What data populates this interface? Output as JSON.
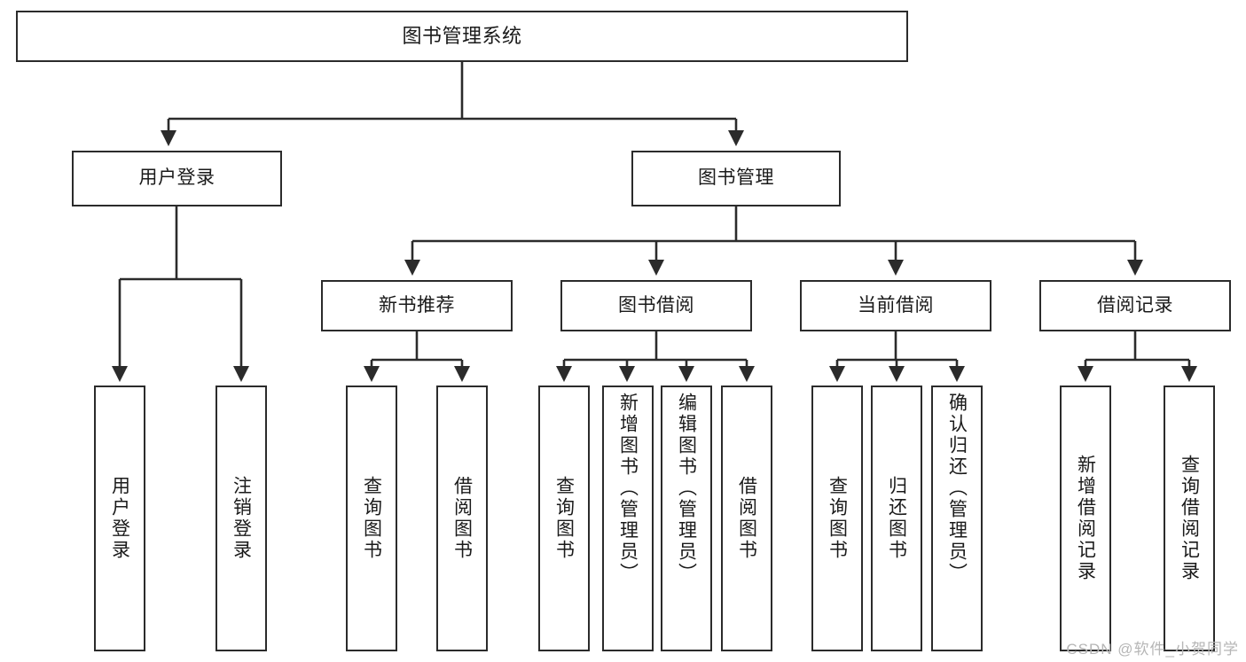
{
  "diagram": {
    "title": "图书管理系统",
    "type": "tree-hierarchy-chart",
    "root": {
      "id": "root",
      "label": "图书管理系统"
    },
    "level2": [
      {
        "id": "user-login",
        "label": "用户登录"
      },
      {
        "id": "book-management",
        "label": "图书管理"
      }
    ],
    "level3": [
      {
        "id": "new-book-recommend",
        "label": "新书推荐"
      },
      {
        "id": "book-borrow",
        "label": "图书借阅"
      },
      {
        "id": "current-borrow",
        "label": "当前借阅"
      },
      {
        "id": "borrow-record",
        "label": "借阅记录"
      }
    ],
    "leaves": {
      "user_login": [
        {
          "id": "leaf-user-login",
          "label": "用户登录"
        },
        {
          "id": "leaf-logout-login",
          "label": "注销登录"
        }
      ],
      "new_book_recommend": [
        {
          "id": "leaf-query-book-1",
          "label": "查询图书"
        },
        {
          "id": "leaf-borrow-book-1",
          "label": "借阅图书"
        }
      ],
      "book_borrow": [
        {
          "id": "leaf-query-book-2",
          "label": "查询图书"
        },
        {
          "id": "leaf-add-book",
          "label": "新增图书（管理员）"
        },
        {
          "id": "leaf-edit-book",
          "label": "编辑图书（管理员）"
        },
        {
          "id": "leaf-borrow-book-2",
          "label": "借阅图书"
        }
      ],
      "current_borrow": [
        {
          "id": "leaf-query-book-3",
          "label": "查询图书"
        },
        {
          "id": "leaf-return-book",
          "label": "归还图书"
        },
        {
          "id": "leaf-confirm-return",
          "label": "确认归还（管理员）"
        }
      ],
      "borrow_record": [
        {
          "id": "leaf-add-record",
          "label": "新增借阅记录"
        },
        {
          "id": "leaf-query-record",
          "label": "查询借阅记录"
        }
      ]
    }
  },
  "watermark": {
    "text": "CSDN @软件_小贺同学"
  },
  "colors": {
    "box_border": "#2b2b2b",
    "box_fill": "#ffffff",
    "connector": "#2b2b2b",
    "text": "#1a1a1a",
    "watermark": "#b6b6b6",
    "background": "#ffffff"
  }
}
